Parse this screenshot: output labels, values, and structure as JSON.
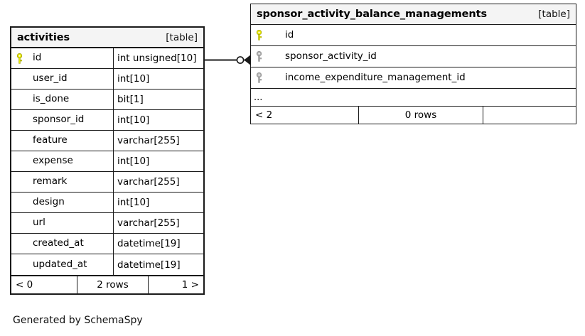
{
  "diagram": {
    "caption": "Generated by SchemaSpy",
    "table_tag": "[table]",
    "colors": {
      "primary_key": "#e8e800",
      "foreign_key": "#b0b0b0",
      "border": "#1a1a1a",
      "header_background": "#f4f4f4",
      "background": "#ffffff"
    }
  },
  "tables": [
    {
      "name": "activities",
      "tag": "[table]",
      "columns": [
        {
          "key": "primary",
          "name": "id",
          "type": "int unsigned[10]"
        },
        {
          "key": "none",
          "name": "user_id",
          "type": "int[10]"
        },
        {
          "key": "none",
          "name": "is_done",
          "type": "bit[1]"
        },
        {
          "key": "none",
          "name": "sponsor_id",
          "type": "int[10]"
        },
        {
          "key": "none",
          "name": "feature",
          "type": "varchar[255]"
        },
        {
          "key": "none",
          "name": "expense",
          "type": "int[10]"
        },
        {
          "key": "none",
          "name": "remark",
          "type": "varchar[255]"
        },
        {
          "key": "none",
          "name": "design",
          "type": "int[10]"
        },
        {
          "key": "none",
          "name": "url",
          "type": "varchar[255]"
        },
        {
          "key": "none",
          "name": "created_at",
          "type": "datetime[19]"
        },
        {
          "key": "none",
          "name": "updated_at",
          "type": "datetime[19]"
        }
      ],
      "footer": {
        "prev": "< 0",
        "middle": "2 rows",
        "next": "1 >"
      }
    },
    {
      "name": "sponsor_activity_balance_managements",
      "tag": "[table]",
      "columns": [
        {
          "key": "primary",
          "name": "id",
          "type": ""
        },
        {
          "key": "foreign",
          "name": "sponsor_activity_id",
          "type": ""
        },
        {
          "key": "foreign",
          "name": "income_expenditure_management_id",
          "type": ""
        },
        {
          "key": "none",
          "name": "...",
          "type": ""
        }
      ],
      "footer": {
        "prev": "< 2",
        "middle": "0 rows",
        "next": ""
      }
    }
  ],
  "relationship": {
    "from_table": "activities",
    "from_column": "id",
    "to_table": "sponsor_activity_balance_managements",
    "to_column": "sponsor_activity_id",
    "source_notation": "zero-or-one",
    "target_notation": "crows-foot-many"
  }
}
